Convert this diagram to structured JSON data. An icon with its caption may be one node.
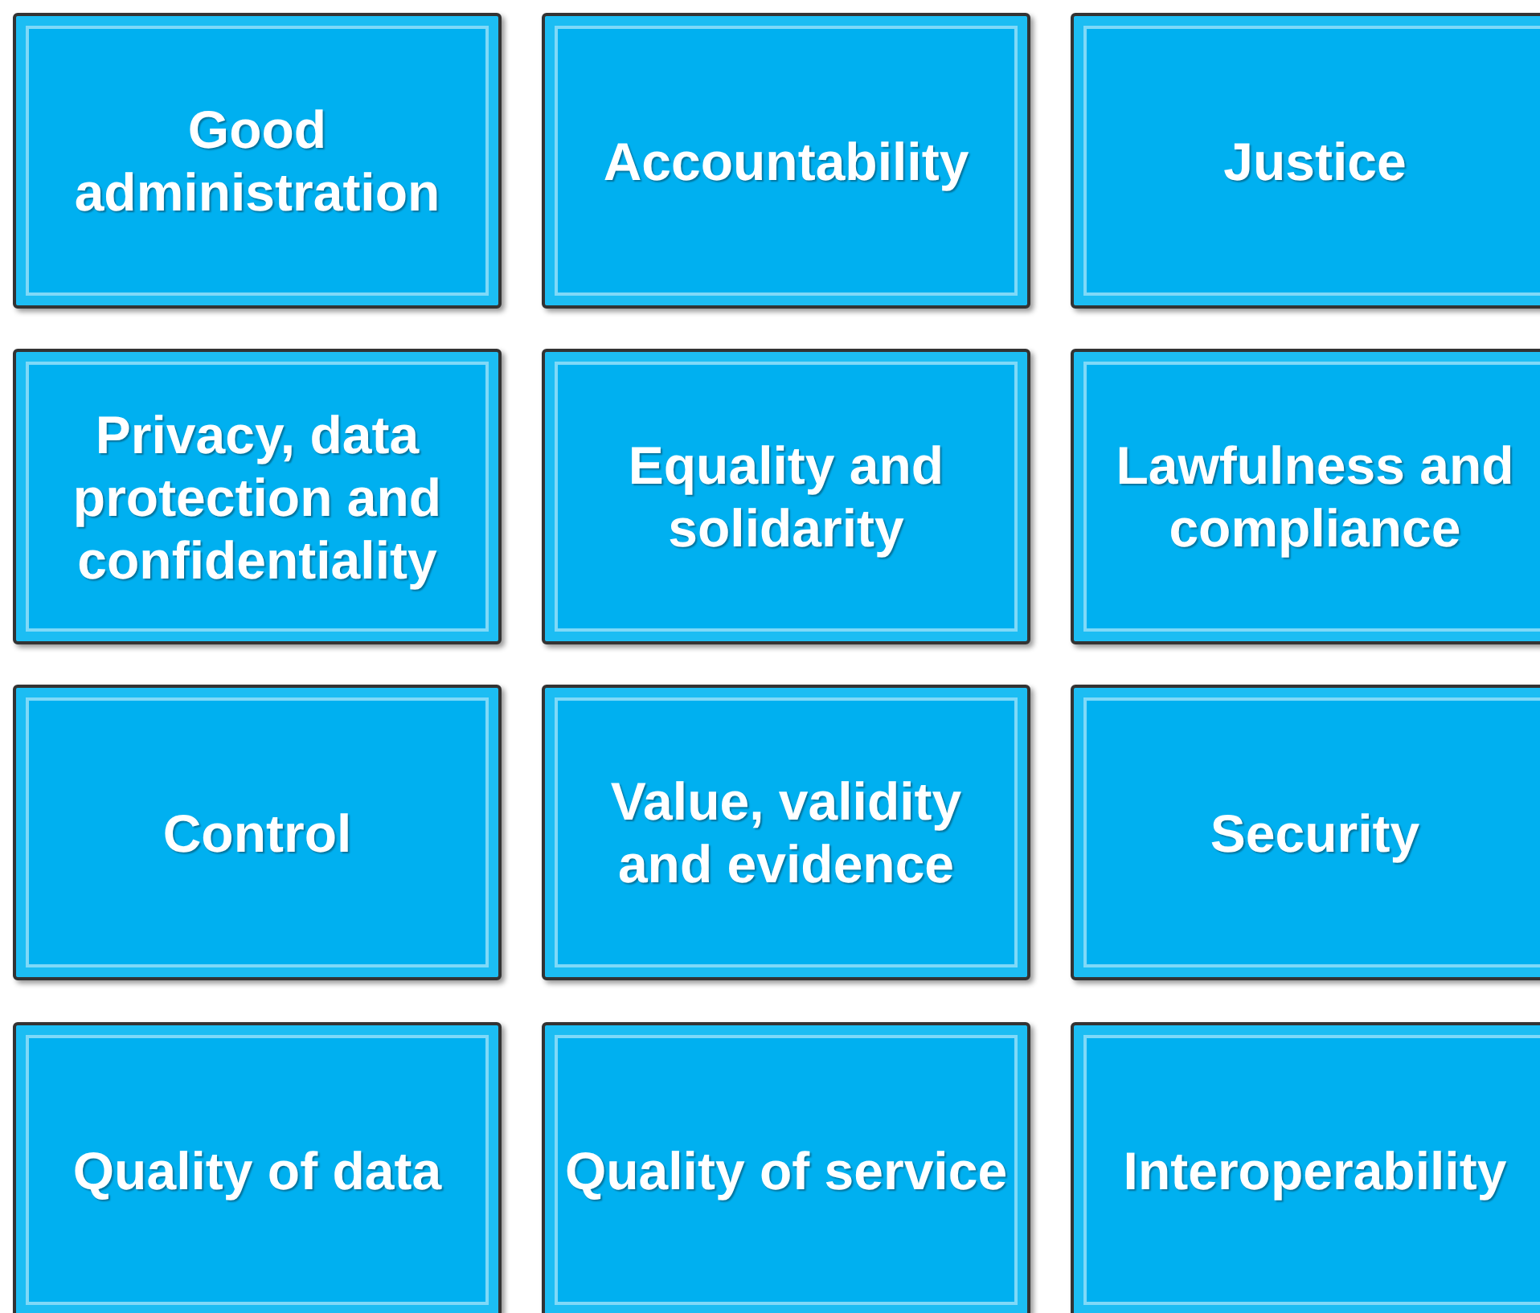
{
  "diagram": {
    "nodes": [
      {
        "text": [
          "Good administration"
        ]
      },
      {
        "text": [
          "Accountability"
        ]
      },
      {
        "text": [
          "Justice"
        ]
      },
      {
        "text": [
          "Privacy, data protection and confidentiality"
        ]
      },
      {
        "text": [
          "Equality and solidarity"
        ]
      },
      {
        "text": [
          "Lawfulness and compliance"
        ]
      },
      {
        "text": [
          "Control"
        ]
      },
      {
        "text": [
          "Value, validity and evidence"
        ]
      },
      {
        "text": [
          "Security"
        ]
      },
      {
        "text": [
          "Quality of data"
        ]
      },
      {
        "text": [
          "Quality of service"
        ]
      },
      {
        "text": [
          "Interoperability"
        ]
      }
    ]
  }
}
